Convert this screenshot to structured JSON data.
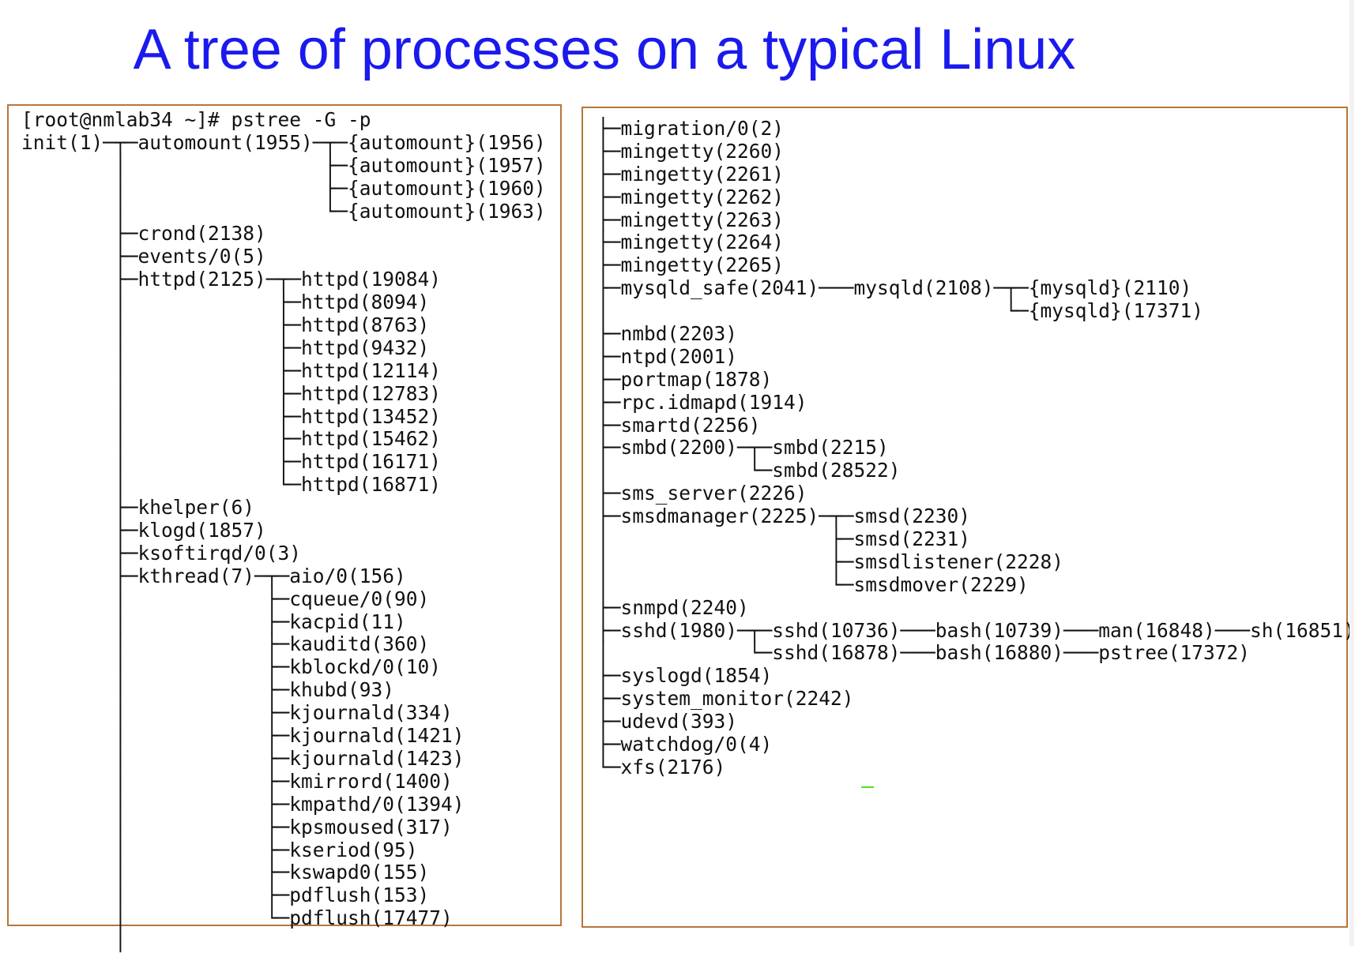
{
  "title": "A tree of processes on a typical Linux",
  "colors": {
    "title": "#1a1aee",
    "panel_border": "#b8763a",
    "terminal_text": "#111111",
    "cursor": "#55dd22"
  },
  "left_panel": {
    "lines": [
      "[root@nmlab34 ~]# pstree -G -p",
      "init(1)─┬─automount(1955)─┬─{automount}(1956)",
      "        │                 ├─{automount}(1957)",
      "        │                 ├─{automount}(1960)",
      "        │                 └─{automount}(1963)",
      "        ├─crond(2138)",
      "        ├─events/0(5)",
      "        ├─httpd(2125)─┬─httpd(19084)",
      "        │             ├─httpd(8094)",
      "        │             ├─httpd(8763)",
      "        │             ├─httpd(9432)",
      "        │             ├─httpd(12114)",
      "        │             ├─httpd(12783)",
      "        │             ├─httpd(13452)",
      "        │             ├─httpd(15462)",
      "        │             ├─httpd(16171)",
      "        │             └─httpd(16871)",
      "        ├─khelper(6)",
      "        ├─klogd(1857)",
      "        ├─ksoftirqd/0(3)",
      "        ├─kthread(7)─┬─aio/0(156)",
      "        │            ├─cqueue/0(90)",
      "        │            ├─kacpid(11)",
      "        │            ├─kauditd(360)",
      "        │            ├─kblockd/0(10)",
      "        │            ├─khubd(93)",
      "        │            ├─kjournald(334)",
      "        │            ├─kjournald(1421)",
      "        │            ├─kjournald(1423)",
      "        │            ├─kmirrord(1400)",
      "        │            ├─kmpathd/0(1394)",
      "        │            ├─kpsmoused(317)",
      "        │            ├─kseriod(95)",
      "        │            ├─kswapd0(155)",
      "        │            ├─pdflush(153)",
      "        │            └─pdflush(17477)",
      "        │"
    ]
  },
  "right_panel": {
    "lines": [
      "├─migration/0(2)",
      "├─mingetty(2260)",
      "├─mingetty(2261)",
      "├─mingetty(2262)",
      "├─mingetty(2263)",
      "├─mingetty(2264)",
      "├─mingetty(2265)",
      "├─mysqld_safe(2041)───mysqld(2108)─┬─{mysqld}(2110)",
      "│                                  └─{mysqld}(17371)",
      "├─nmbd(2203)",
      "├─ntpd(2001)",
      "├─portmap(1878)",
      "├─rpc.idmapd(1914)",
      "├─smartd(2256)",
      "├─smbd(2200)─┬─smbd(2215)",
      "│            └─smbd(28522)",
      "├─sms_server(2226)",
      "├─smsdmanager(2225)─┬─smsd(2230)",
      "│                   ├─smsd(2231)",
      "│                   ├─smsdlistener(2228)",
      "│                   └─smsdmover(2229)",
      "├─snmpd(2240)",
      "├─sshd(1980)─┬─sshd(10736)───bash(10739)───man(16848)───sh(16851)",
      "│            └─sshd(16878)───bash(16880)───pstree(17372)",
      "├─syslogd(1854)",
      "├─system_monitor(2242)",
      "├─udevd(393)",
      "├─watchdog/0(4)",
      "└─xfs(2176)"
    ]
  }
}
